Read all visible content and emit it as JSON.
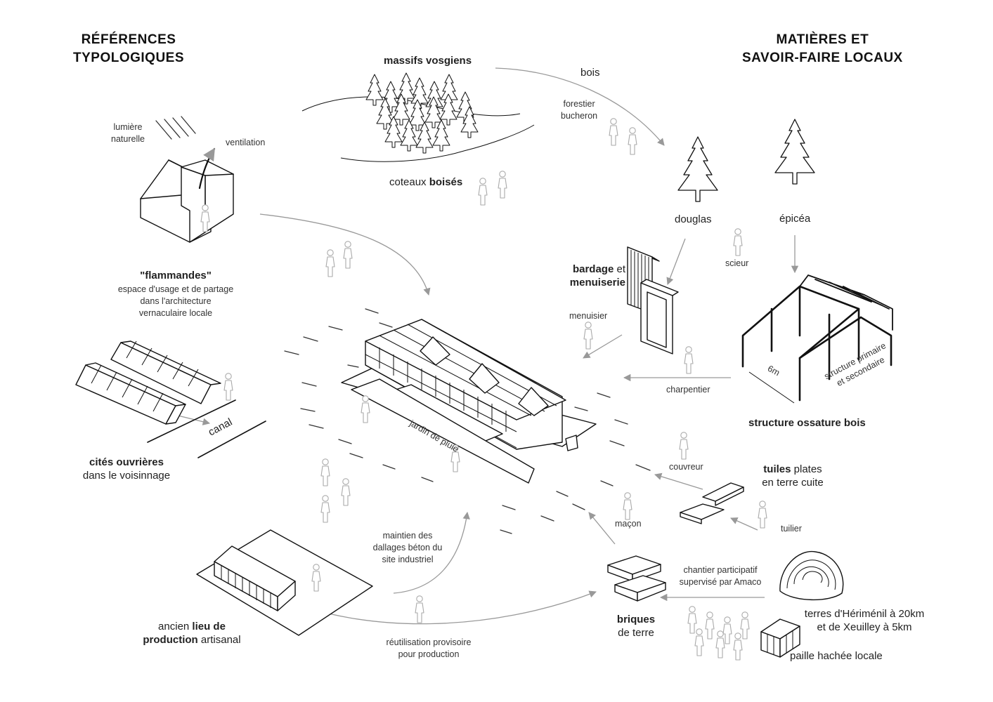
{
  "headings": {
    "left": [
      "RÉFÉRENCES",
      "TYPOLOGIQUES"
    ],
    "right": [
      "MATIÈRES ET",
      "SAVOIR-FAIRE LOCAUX"
    ]
  },
  "labels": {
    "massifs": "massifs vosgiens",
    "bois": "bois",
    "forestier": [
      "forestier",
      "bucheron"
    ],
    "coteaux_pre": "coteaux ",
    "coteaux_bold": "boisés",
    "lumiere": [
      "lumière",
      "naturelle"
    ],
    "ventilation": "ventilation",
    "flammandes_title": "\"flammandes\"",
    "flammandes_desc": [
      "espace d'usage et de partage",
      "dans l'architecture",
      "vernaculaire locale"
    ],
    "douglas": "douglas",
    "epicea": "épicéa",
    "scieur": "scieur",
    "bardage_bold": "bardage",
    "bardage_rest": " et",
    "menuiserie": "menuiserie",
    "menuisier": "menuisier",
    "charpentier": "charpentier",
    "six_m": "6m",
    "structure_note": [
      "structure primaire",
      "et secondaire"
    ],
    "structure_title": "structure ossature bois",
    "canal": "canal",
    "jardin": "jardin de pluie",
    "cites_bold": "cités ouvrières",
    "cites_rest": "dans le voisinnage",
    "couvreur": "couvreur",
    "tuiles_bold": "tuiles",
    "tuiles_rest": " plates",
    "tuiles_line2": "en terre cuite",
    "tuilier": "tuilier",
    "macon": "maçon",
    "maintien": [
      "maintien des",
      "dallages béton du",
      "site industriel"
    ],
    "chantier": [
      "chantier participatif",
      "supervisé par Amaco"
    ],
    "terres": [
      "terres d'Hériménil à 20km",
      "et de Xeuilley à 5km"
    ],
    "paille": "paille hachée locale",
    "briques_bold": "briques",
    "briques_rest": "de terre",
    "ancien_pre": "ancien ",
    "ancien_bold1": "lieu de",
    "ancien_bold2": "production",
    "ancien_rest": " artisanal",
    "reutilisation": [
      "réutilisation provisoire",
      "pour production"
    ]
  },
  "colors": {
    "line": "#111111",
    "arrow": "#999999",
    "people": "#aaaaaa",
    "background": "#ffffff"
  }
}
